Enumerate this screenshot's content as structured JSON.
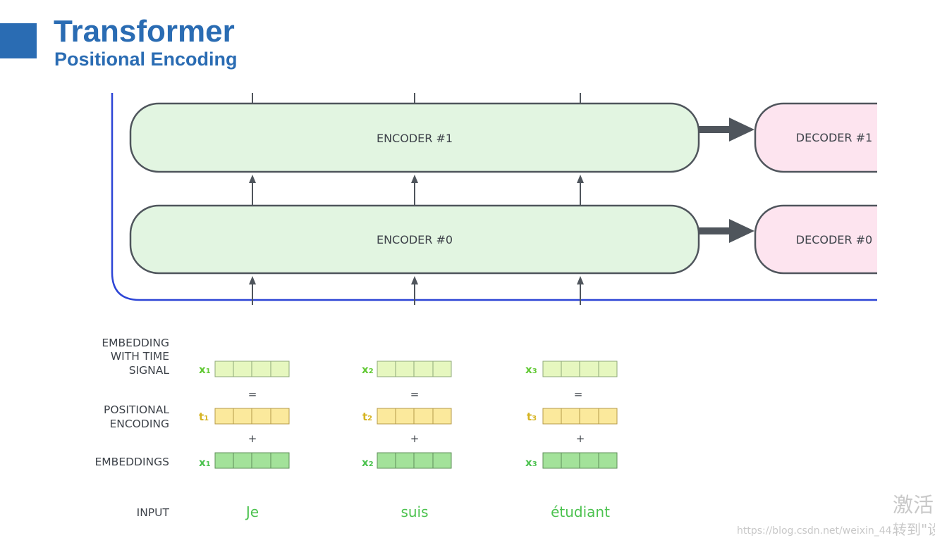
{
  "header": {
    "title": "Transformer",
    "subtitle": "Positional Encoding"
  },
  "encoders": [
    {
      "label": "ENCODER #1"
    },
    {
      "label": "ENCODER #0"
    }
  ],
  "decoders": [
    {
      "label": "DECODER #1"
    },
    {
      "label": "DECODER #0"
    }
  ],
  "row_labels": {
    "embedding_with_time_signal": [
      "EMBEDDING",
      "WITH TIME",
      "SIGNAL"
    ],
    "positional_encoding": [
      "POSITIONAL",
      "ENCODING"
    ],
    "embeddings": [
      "EMBEDDINGS"
    ],
    "input": [
      "INPUT"
    ]
  },
  "operators": {
    "equals": "=",
    "plus": "+"
  },
  "columns": [
    {
      "word": "Je",
      "index": "1",
      "time_signal_name": "x",
      "positional_name": "t",
      "embedding_name": "x"
    },
    {
      "word": "suis",
      "index": "2",
      "time_signal_name": "x",
      "positional_name": "t",
      "embedding_name": "x"
    },
    {
      "word": "étudiant",
      "index": "3",
      "time_signal_name": "x",
      "positional_name": "t",
      "embedding_name": "x"
    }
  ],
  "vector_cells": 4,
  "colors": {
    "accent_blue": "#2a6cb3",
    "encoder_fill": "#e2f5e1",
    "decoder_fill": "#fde4ef",
    "box_stroke": "#4f555c",
    "frame_blue": "#2d45d6",
    "time_signal_fill": "#e6f7bf",
    "positional_fill": "#fbe99c",
    "embedding_fill": "#a3e29a",
    "time_signal_text": "#62c935",
    "positional_text": "#d5b321",
    "embedding_text": "#4cc24f"
  },
  "watermark": {
    "cn_line1": "激活",
    "cn_line2": "转到\"设",
    "url": "https://blog.csdn.net/weixin_44..."
  }
}
